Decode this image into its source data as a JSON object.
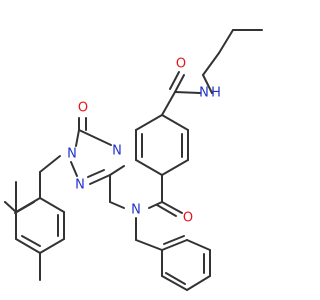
{
  "molecule": {
    "atoms": {
      "o_amide": "O",
      "nh_amide": "N",
      "h_amide": "H",
      "o_top": "O",
      "n_triazole_1": "N",
      "n_triazole_2": "N",
      "n_triazole_3": "N",
      "n_bridge": "N",
      "n_benzyl": "N",
      "o_bottom": "O"
    },
    "colors": {
      "bond": "#333333",
      "oxygen": "#e8141a",
      "nitrogen": "#2233cc"
    }
  }
}
